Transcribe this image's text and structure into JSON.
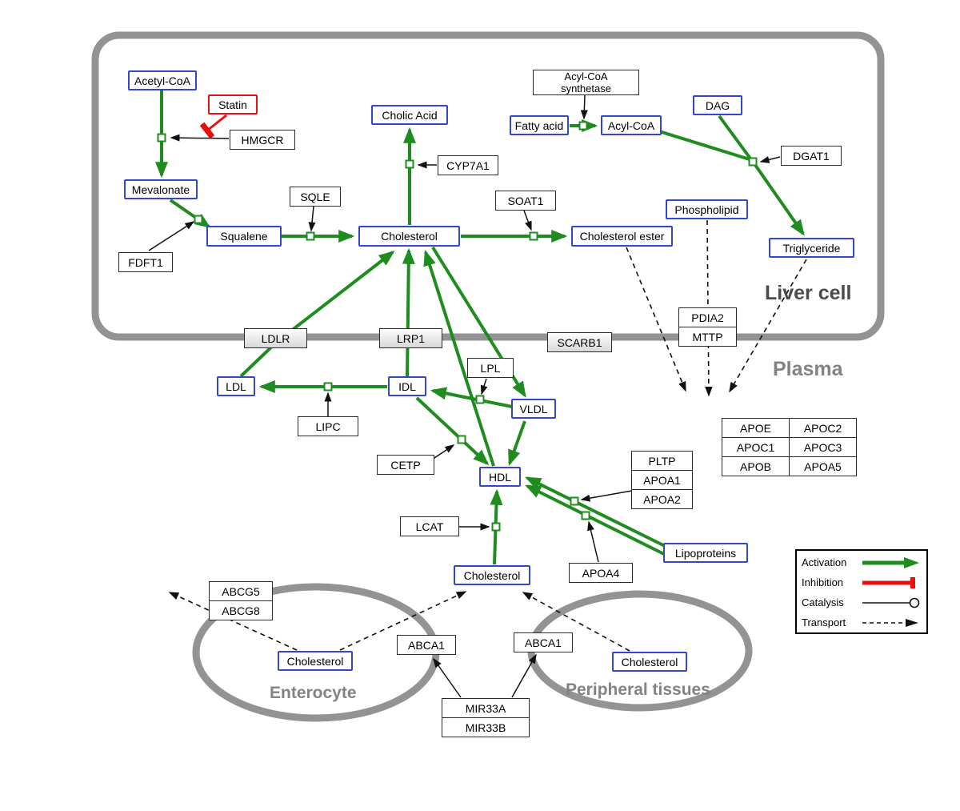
{
  "compartments": {
    "liver": "Liver cell",
    "plasma": "Plasma",
    "enterocyte": "Enterocyte",
    "peripheral": "Peripheral tissues"
  },
  "nodes": {
    "acetyl_coa": "Acetyl-CoA",
    "statin": "Statin",
    "hmgcr": "HMGCR",
    "mevalonate": "Mevalonate",
    "fdft1": "FDFT1",
    "squalene": "Squalene",
    "sqle": "SQLE",
    "cholic_acid": "Cholic Acid",
    "cyp7a1": "CYP7A1",
    "cholesterol_liver": "Cholesterol",
    "soat1": "SOAT1",
    "cholesterol_ester": "Cholesterol ester",
    "acyl_coa_synthetase": "Acyl-CoA\nsynthetase",
    "fatty_acid": "Fatty acid",
    "acyl_coa": "Acyl-CoA",
    "dag": "DAG",
    "dgat1": "DGAT1",
    "phospholipid": "Phospholipid",
    "triglyceride": "Triglyceride",
    "ldlr": "LDLR",
    "lrp1": "LRP1",
    "scarb1": "SCARB1",
    "pdia2": "PDIA2",
    "mttp": "MTTP",
    "ldl": "LDL",
    "idl": "IDL",
    "lipc": "LIPC",
    "lpl": "LPL",
    "vldl": "VLDL",
    "cetp": "CETP",
    "hdl": "HDL",
    "lcat": "LCAT",
    "cholesterol_plasma": "Cholesterol",
    "apoa4": "APOA4",
    "lipoproteins": "Lipoproteins",
    "pltp": "PLTP",
    "apoa1": "APOA1",
    "apoa2": "APOA2",
    "apoe": "APOE",
    "apoc2": "APOC2",
    "apoc1": "APOC1",
    "apoc3": "APOC3",
    "apob": "APOB",
    "apoa5": "APOA5",
    "abcg5": "ABCG5",
    "abcg8": "ABCG8",
    "cholesterol_enterocyte": "Cholesterol",
    "abca1_enterocyte": "ABCA1",
    "abca1_peripheral": "ABCA1",
    "cholesterol_peripheral": "Cholesterol",
    "mir33a": "MIR33A",
    "mir33b": "MIR33B"
  },
  "legend": {
    "items": [
      {
        "label": "Activation",
        "type": "activation"
      },
      {
        "label": "Inhibition",
        "type": "inhibition"
      },
      {
        "label": "Catalysis",
        "type": "catalysis"
      },
      {
        "label": "Transport",
        "type": "transport"
      }
    ]
  },
  "colors": {
    "activation_green": "#1e8c1e",
    "inhibition_red": "#e80f0f",
    "metabolite_border_blue": "#3346cf",
    "compartment_gray": "#939393"
  }
}
